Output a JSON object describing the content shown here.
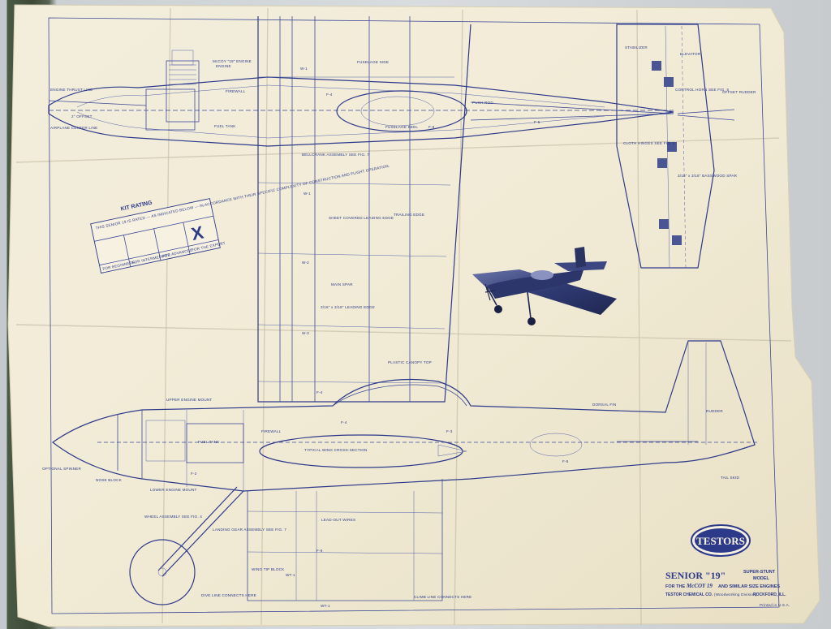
{
  "labels": {
    "engine_top": "McCOY \"19\" ENGINE",
    "engine_line2": "ENGINE",
    "fuselage_side": "FUSELAGE SIDE",
    "engine_thrust_line": "ENGINE THRUST LINE",
    "offset_2": "2° OFFSET",
    "airplane_center_line": "AIRPLANE CENTER LINE",
    "firewall": "FIREWALL",
    "fuel_tank": "FUEL TANK",
    "push_rod": "PUSH ROD",
    "fuselage_keel": "FUSELAGE KEEL",
    "stabilizer": "STABILIZER",
    "elevator": "ELEVATOR",
    "control_horn": "CONTROL HORN SEE FIG. 5",
    "offset_rudder": "OFFSET RUDDER",
    "cloth_hinges": "CLOTH HINGES SEE FIG. 3",
    "basswood_spar": "3/16\" x 3/16\" BASSWOOD SPAR",
    "bellcrank": "BELLCRANK ASSEMBLY SEE FIG. 7",
    "sheet_covered": "SHEET COVERED LEADING EDGE",
    "trailing_edge": "TRAILING EDGE",
    "main_spar": "MAIN SPAR",
    "leading_edge": "3/16\" x 3/16\" LEADING EDGE",
    "plastic_canopy": "PLASTIC CANOPY TOP",
    "dorsal_fin": "DORSAL FIN",
    "rudder": "RUDDER",
    "upper_engine_mount": "UPPER ENGINE MOUNT",
    "fuel_tank_side": "FUEL TANK",
    "firewall_side": "FIREWALL",
    "typical_wing": "TYPICAL WING CROSS-SECTION",
    "optional_spinner": "OPTIONAL SPINNER",
    "nose_block": "NOSE BLOCK",
    "lower_engine_mount": "LOWER ENGINE MOUNT",
    "tail_skid": "TAIL SKID",
    "leadout_wires": "LEAD-OUT WIRES",
    "wheel_assembly": "WHEEL ASSEMBLY SEE FIG. 4",
    "landing_gear": "LANDING GEAR ASSEMBLY SEE FIG. 7",
    "wing_tip_block": "WING TIP BLOCK",
    "dive_line": "DIVE LINE CONNECTS HERE",
    "climb_line": "CLIMB LINE CONNECTS HERE",
    "part_w1": "W-1",
    "part_w2": "W-2",
    "part_w3": "W-3",
    "part_wt1": "WT-1",
    "part_f4": "F-4",
    "part_f2": "F-2",
    "part_f3": "F-3",
    "part_f5": "F-5",
    "part_f6": "F-6"
  },
  "kit_rating": {
    "title": "KIT RATING",
    "description": "THIS SENIOR 19 IS RATED — AS INDICATED BELOW — IN ACCORDANCE WITH THEIR SPECIFIC COMPLEXITY OF CONSTRUCTION AND FLIGHT OPERATION.",
    "col1": "FOR BEGINNERS",
    "col2": "FOR INTERMEDIATE",
    "col3": "FOR ADVANCED",
    "col4": "FOR THE EXPERT",
    "marker": "X"
  },
  "brand": {
    "logo": "TESTORS",
    "model_name": "SENIOR \"19\"",
    "subtitle_1": "SUPER-STUNT",
    "subtitle_2": "MODEL",
    "for_the": "FOR THE",
    "engine_brand": "McCOY 19",
    "similar": "AND SIMILAR SIZE ENGINES",
    "company": "TESTOR CHEMICAL CO.",
    "division": "(Woodworking Division)",
    "city": "ROCKFORD, ILL.",
    "printed": "Printed in U.S.A."
  },
  "colors": {
    "ink": "#2d3a8a",
    "paper": "#f2ecd9",
    "binding": "#3c4a37"
  }
}
